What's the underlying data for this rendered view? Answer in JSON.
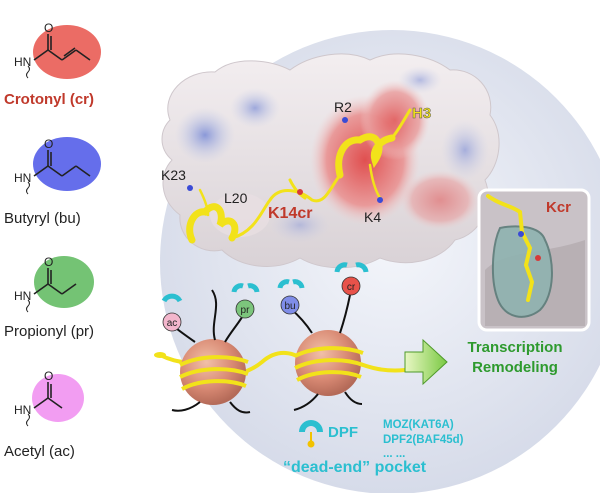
{
  "acyl_groups": [
    {
      "name": "Crotonyl (cr)",
      "color": "#e8524a",
      "text_color": "#c0392b",
      "bold": true
    },
    {
      "name": "Butyryl (bu)",
      "color": "#4a55e8",
      "text_color": "#222222",
      "bold": false
    },
    {
      "name": "Propionyl (pr)",
      "color": "#5cb85c",
      "text_color": "#222222",
      "bold": false
    },
    {
      "name": "Acetyl (ac)",
      "color": "#f08cf0",
      "text_color": "#222222",
      "bold": false
    }
  ],
  "atoms": {
    "amide_n": "HN",
    "carbonyl_o": "O"
  },
  "structure_labels": {
    "r2": "R2",
    "h3": "H3",
    "k23": "K23",
    "l20": "L20",
    "k14cr": "K14cr",
    "k4": "K4"
  },
  "inset": {
    "label": "Kcr"
  },
  "nucleosome_marks": [
    "ac",
    "pr",
    "bu",
    "cr"
  ],
  "outcome": {
    "line1": "Transcription",
    "line2": "Remodeling"
  },
  "dpf": {
    "label": "DPF",
    "proteins": [
      "MOZ(KAT6A)",
      "DPF2(BAF45d)",
      "... ..."
    ],
    "pocket": "“dead-end” pocket"
  },
  "colors": {
    "accent_red": "#c0392b",
    "green": "#2e9a2e",
    "cyan": "#2bbfd0",
    "helix_yellow": "#f2e21a",
    "circle_bg": "#e9ecf5"
  }
}
